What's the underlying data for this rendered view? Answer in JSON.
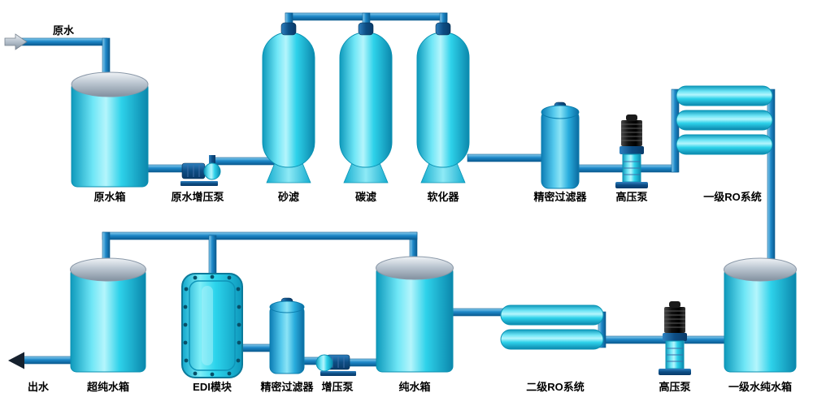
{
  "flow": {
    "inlet_label": "原水",
    "outlet_label": "出水",
    "sequence": [
      "原水",
      "原水箱",
      "原水增压泵",
      "砂滤",
      "碳滤",
      "软化器",
      "精密过滤器",
      "高压泵",
      "一级RO系统",
      "一级水纯水箱",
      "高压泵",
      "二级RO系统",
      "纯水箱",
      "增压泵",
      "精密过滤器",
      "EDI模块",
      "超纯水箱",
      "出水"
    ]
  },
  "equipment": {
    "raw_water_tank": {
      "label": "原水箱"
    },
    "raw_water_booster_pump": {
      "label": "原水增压泵"
    },
    "sand_filter": {
      "label": "砂滤"
    },
    "carbon_filter": {
      "label": "碳滤"
    },
    "softener": {
      "label": "软化器"
    },
    "precision_filter_1": {
      "label": "精密过滤器"
    },
    "high_pressure_pump_1": {
      "label": "高压泵"
    },
    "ro_system_1": {
      "label": "一级RO系统",
      "membrane_tubes": 3
    },
    "stage1_pure_water_tank": {
      "label": "一级水纯水箱"
    },
    "high_pressure_pump_2": {
      "label": "高压泵"
    },
    "ro_system_2": {
      "label": "二级RO系统",
      "membrane_tubes": 2
    },
    "pure_water_tank": {
      "label": "纯水箱"
    },
    "booster_pump": {
      "label": "增压泵"
    },
    "precision_filter_2": {
      "label": "精密过滤器"
    },
    "edi_module": {
      "label": "EDI模块"
    },
    "ultrapure_water_tank": {
      "label": "超纯水箱"
    }
  },
  "colors": {
    "background": "#ffffff",
    "equipment_cyan": "#29cde8",
    "pipe_blue": "#1e88c8",
    "tank_cap_gray": "#b9c4cf",
    "dark_navy": "#0d4d84",
    "motor_black": "#111111",
    "label_text": "#000000"
  }
}
